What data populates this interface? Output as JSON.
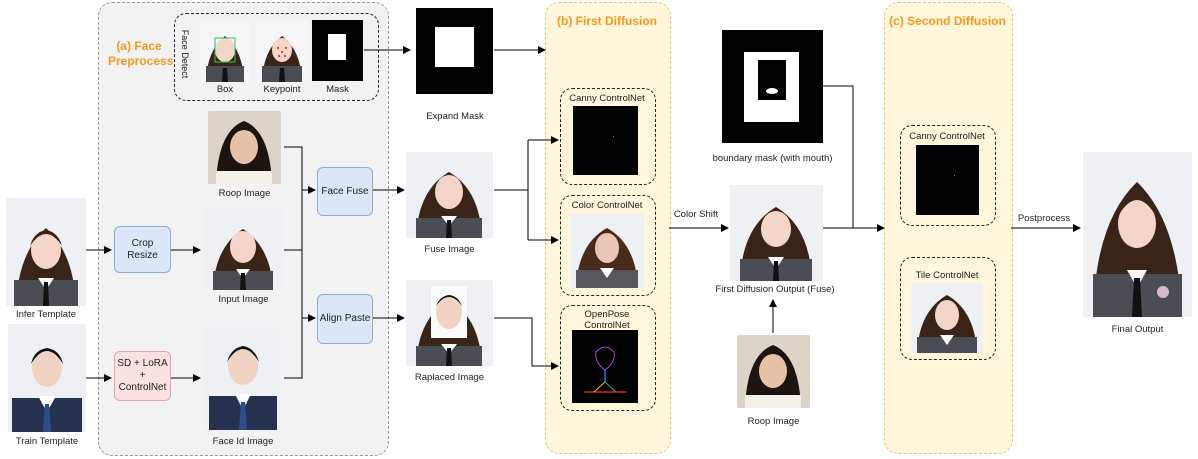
{
  "preprocess": {
    "title": "(a) Face Preprocess",
    "face_detect_label": "Face Detect",
    "box_label": "Box",
    "keypoint_label": "Keypoint",
    "mask_label": "Mask",
    "roop_label": "Roop Image",
    "input_label": "Input Image",
    "faceid_label": "Face Id Image",
    "crop_resize": "Crop Resize",
    "sd_lora": "SD + LoRA + ControlNet",
    "face_fuse": "Face Fuse",
    "align_paste": "Align Paste"
  },
  "left": {
    "infer_label": "Infer Template",
    "train_label": "Train Template"
  },
  "middle": {
    "expand_mask_label": "Expand Mask",
    "fuse_image_label": "Fuse Image",
    "replaced_label": "Raplaced Image"
  },
  "first_diffusion": {
    "title": "(b) First Diffusion",
    "canny_label": "Canny ControlNet",
    "color_label": "Color ControlNet",
    "openpose_label": "OpenPose ControlNet"
  },
  "between": {
    "boundary_label": "boundary mask (with mouth)",
    "color_shift": "Color Shift",
    "first_output_label": "First Diffusion Output (Fuse)",
    "roop_label": "Roop Image"
  },
  "second_diffusion": {
    "title": "(c) Second Diffusion",
    "canny_label": "Canny ControlNet",
    "tile_label": "Tile ControlNet"
  },
  "final": {
    "postprocess": "Postprocess",
    "final_label": "Final Output"
  },
  "colors": {
    "accent_orange": "#f29a1c",
    "proc_blue": "#dbe6f8",
    "proc_pink": "#fbe1e1",
    "panel_yellow": "#fff6dc",
    "panel_gray": "#f2f2f2"
  }
}
